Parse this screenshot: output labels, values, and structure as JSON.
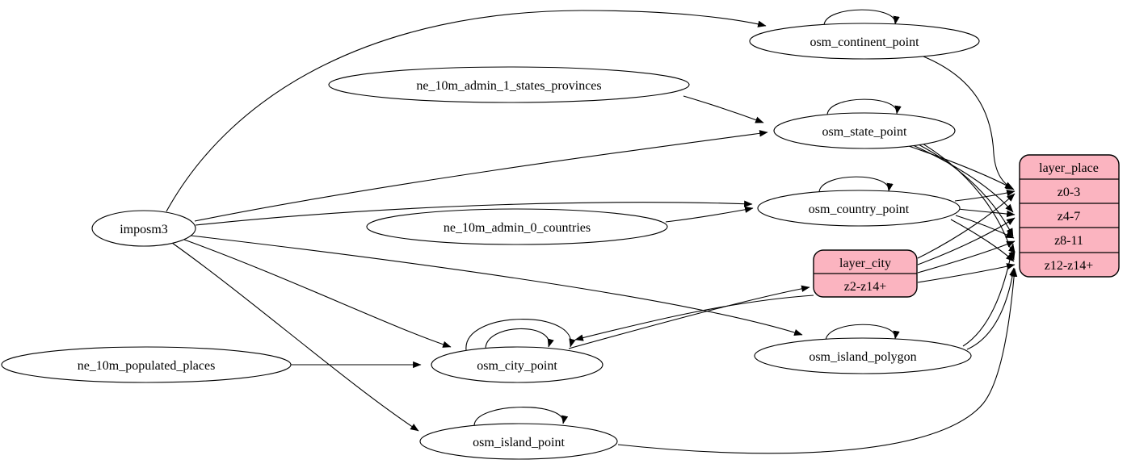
{
  "diagram": {
    "type": "directed-graph",
    "orientation": "left-to-right",
    "colors": {
      "background": "#ffffff",
      "table_node_fill": "#ffffff",
      "layer_node_fill": "#fbb4c0",
      "stroke": "#000000"
    },
    "nodes": {
      "imposm3": {
        "label": "imposm3",
        "shape": "ellipse"
      },
      "ne_10m_admin_1_states_provinces": {
        "label": "ne_10m_admin_1_states_provinces",
        "shape": "ellipse"
      },
      "ne_10m_admin_0_countries": {
        "label": "ne_10m_admin_0_countries",
        "shape": "ellipse"
      },
      "ne_10m_populated_places": {
        "label": "ne_10m_populated_places",
        "shape": "ellipse"
      },
      "osm_continent_point": {
        "label": "osm_continent_point",
        "shape": "ellipse",
        "self_loops": 1
      },
      "osm_state_point": {
        "label": "osm_state_point",
        "shape": "ellipse",
        "self_loops": 1
      },
      "osm_country_point": {
        "label": "osm_country_point",
        "shape": "ellipse",
        "self_loops": 1
      },
      "osm_city_point": {
        "label": "osm_city_point",
        "shape": "ellipse",
        "self_loops": 2
      },
      "osm_island_polygon": {
        "label": "osm_island_polygon",
        "shape": "ellipse",
        "self_loops": 1
      },
      "osm_island_point": {
        "label": "osm_island_point",
        "shape": "ellipse",
        "self_loops": 1
      },
      "layer_city": {
        "header": "layer_city",
        "shape": "record",
        "rows": [
          "z2-z14+"
        ]
      },
      "layer_place": {
        "header": "layer_place",
        "shape": "record",
        "rows": [
          "z0-3",
          "z4-7",
          "z8-11",
          "z12-z14+"
        ]
      }
    },
    "edges": [
      {
        "from": "imposm3",
        "to": "osm_continent_point"
      },
      {
        "from": "imposm3",
        "to": "osm_state_point"
      },
      {
        "from": "imposm3",
        "to": "osm_country_point"
      },
      {
        "from": "imposm3",
        "to": "osm_city_point"
      },
      {
        "from": "imposm3",
        "to": "osm_island_polygon"
      },
      {
        "from": "imposm3",
        "to": "osm_island_point"
      },
      {
        "from": "ne_10m_admin_1_states_provinces",
        "to": "osm_state_point"
      },
      {
        "from": "ne_10m_admin_0_countries",
        "to": "osm_country_point"
      },
      {
        "from": "ne_10m_populated_places",
        "to": "osm_city_point"
      },
      {
        "from": "osm_continent_point",
        "to": "osm_continent_point"
      },
      {
        "from": "osm_state_point",
        "to": "osm_state_point"
      },
      {
        "from": "osm_country_point",
        "to": "osm_country_point"
      },
      {
        "from": "osm_city_point",
        "to": "osm_city_point"
      },
      {
        "from": "osm_city_point",
        "to": "osm_city_point"
      },
      {
        "from": "osm_island_polygon",
        "to": "osm_island_polygon"
      },
      {
        "from": "osm_island_point",
        "to": "osm_island_point"
      },
      {
        "from": "osm_continent_point",
        "to": "layer_place:z0-3"
      },
      {
        "from": "osm_state_point",
        "to": "layer_place:z0-3"
      },
      {
        "from": "osm_state_point",
        "to": "layer_place:z4-7"
      },
      {
        "from": "osm_state_point",
        "to": "layer_place:z8-11"
      },
      {
        "from": "osm_state_point",
        "to": "layer_place:z12-z14+"
      },
      {
        "from": "osm_country_point",
        "to": "layer_place:z0-3"
      },
      {
        "from": "osm_country_point",
        "to": "layer_place:z4-7"
      },
      {
        "from": "osm_country_point",
        "to": "layer_place:z8-11"
      },
      {
        "from": "osm_country_point",
        "to": "layer_place:z12-z14+"
      },
      {
        "from": "layer_city",
        "to": "layer_place:z0-3"
      },
      {
        "from": "layer_city",
        "to": "layer_place:z4-7"
      },
      {
        "from": "layer_city",
        "to": "layer_place:z8-11"
      },
      {
        "from": "layer_city",
        "to": "layer_place:z12-z14+"
      },
      {
        "from": "osm_island_polygon",
        "to": "layer_place:z8-11"
      },
      {
        "from": "osm_island_polygon",
        "to": "layer_place:z12-z14+"
      },
      {
        "from": "osm_island_point",
        "to": "layer_place:z12-z14+"
      },
      {
        "from": "osm_city_point",
        "to": "layer_city:z2-z14+"
      },
      {
        "from": "layer_city",
        "to": "osm_city_point"
      }
    ]
  }
}
